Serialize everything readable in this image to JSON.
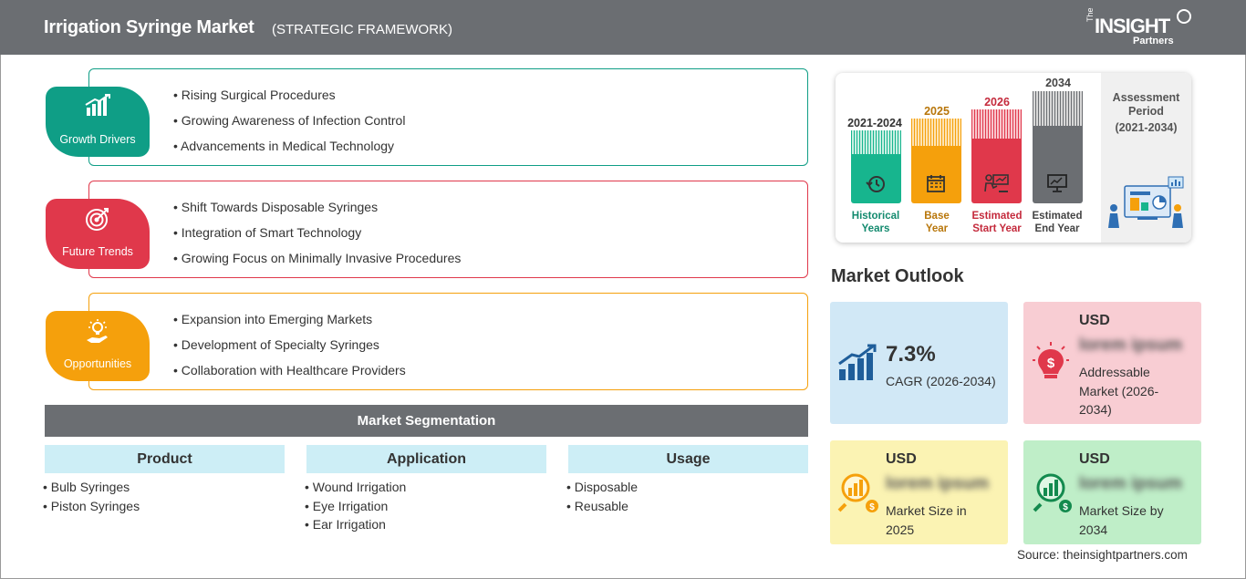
{
  "header": {
    "title": "Irrigation Syringe Market",
    "subtitle": "(STRATEGIC FRAMEWORK)",
    "logo": {
      "the": "The",
      "insight": "INSIGHT",
      "partners": "Partners"
    }
  },
  "framework": [
    {
      "label": "Growth Drivers",
      "color": "#0f9e86",
      "icon": "bar-chart-icon",
      "items": [
        "Rising Surgical Procedures",
        "Growing Awareness of Infection Control",
        "Advancements in Medical Technology"
      ]
    },
    {
      "label": "Future Trends",
      "color": "#e0384b",
      "icon": "target-icon",
      "items": [
        "Shift Towards Disposable Syringes",
        "Integration of Smart Technology",
        "Growing Focus on Minimally Invasive Procedures"
      ]
    },
    {
      "label": "Opportunities",
      "color": "#f5a00c",
      "icon": "lightbulb-hand-icon",
      "items": [
        "Expansion into Emerging Markets",
        "Development of Specialty Syringes",
        "Collaboration with Healthcare Providers"
      ]
    }
  ],
  "segmentation": {
    "title": "Market Segmentation",
    "columns": [
      {
        "header": "Product",
        "items": [
          "Bulb Syringes",
          "Piston Syringes"
        ]
      },
      {
        "header": "Application",
        "items": [
          "Wound Irrigation",
          "Eye Irrigation",
          "Ear Irrigation"
        ]
      },
      {
        "header": "Usage",
        "items": [
          "Disposable",
          "Reusable"
        ]
      }
    ]
  },
  "timeline": {
    "bars": [
      {
        "year": "2021-2024",
        "caption_1": "Historical",
        "caption_2": "Years",
        "color": "#17b58e",
        "text_color": "#138a6e",
        "icon": "history-icon"
      },
      {
        "year": "2025",
        "caption_1": "Base",
        "caption_2": "Year",
        "color": "#f5a00c",
        "text_color": "#b8760a",
        "icon": "calendar-icon"
      },
      {
        "year": "2026",
        "caption_1": "Estimated",
        "caption_2": "Start Year",
        "color": "#e0384b",
        "text_color": "#c42a3c",
        "icon": "presentation-icon"
      },
      {
        "year": "2034",
        "caption_1": "Estimated",
        "caption_2": "End Year",
        "color": "#6b6e72",
        "text_color": "#444444",
        "icon": "monitor-icon"
      }
    ],
    "assessment_label": "Assessment Period",
    "assessment_range": "(2021-2034)"
  },
  "outlook": {
    "title": "Market Outlook",
    "cagr_value": "7.3%",
    "cagr_label": "CAGR (2026-2034)",
    "addressable": {
      "currency": "USD",
      "value": "lorem ipsum",
      "label": "Addressable Market (2026-2034)"
    },
    "size_2025": {
      "currency": "USD",
      "value": "lorem ipsum",
      "label": "Market Size in 2025"
    },
    "size_2034": {
      "currency": "USD",
      "value": "lorem ipsum",
      "label": "Market Size by 2034"
    }
  },
  "source": "Source: theinsightpartners.com"
}
